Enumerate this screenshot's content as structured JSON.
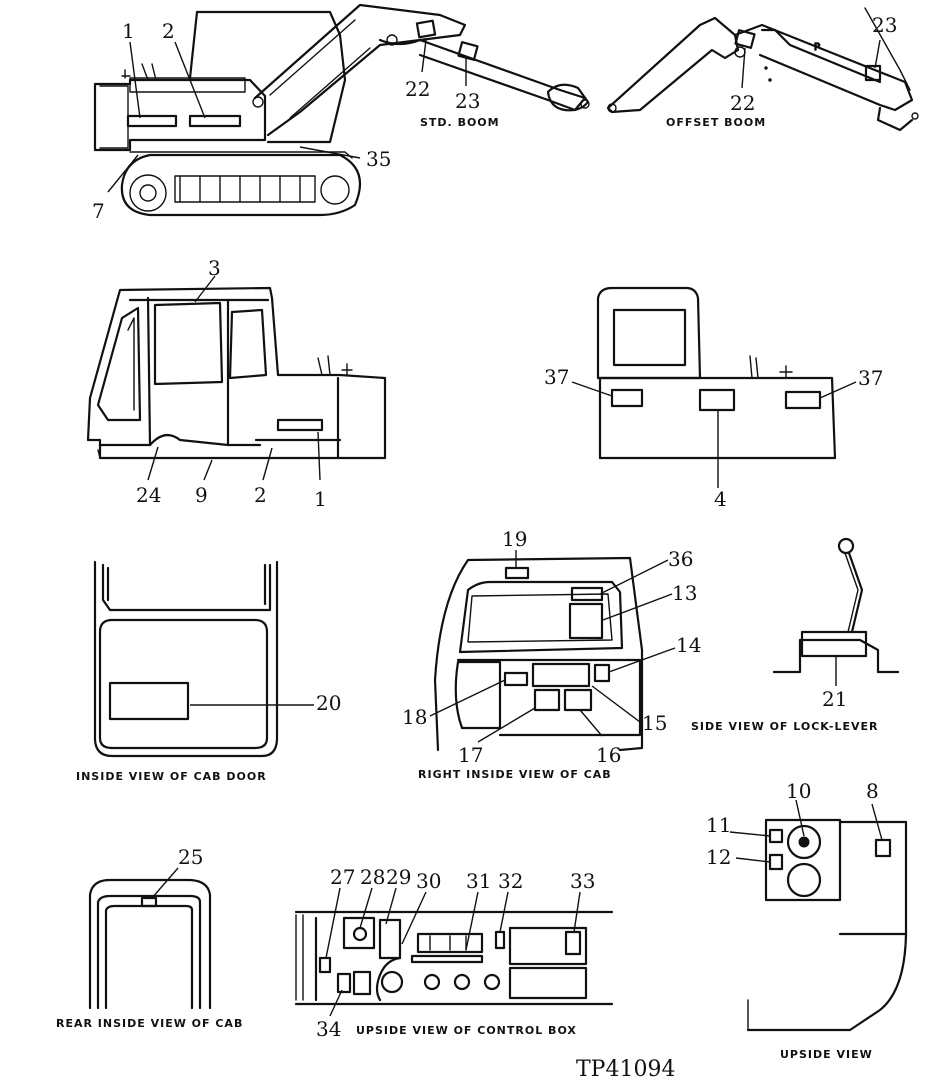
{
  "figure_id": "TP41094",
  "views": {
    "std_boom": "STD. BOOM",
    "offset_boom": "OFFSET BOOM",
    "cab_door": "INSIDE VIEW OF CAB DOOR",
    "right_inside_cab": "RIGHT INSIDE VIEW OF CAB",
    "lock_lever": "SIDE VIEW OF LOCK-LEVER",
    "rear_inside_cab": "REAR INSIDE VIEW OF CAB",
    "control_box": "UPSIDE VIEW OF CONTROL BOX",
    "upside": "UPSIDE VIEW"
  },
  "callouts": {
    "machine": [
      "1",
      "2",
      "22",
      "23",
      "7",
      "35"
    ],
    "offset": [
      "22",
      "23"
    ],
    "cab_side": [
      "3",
      "24",
      "9",
      "2",
      "1"
    ],
    "rear": [
      "37",
      "37",
      "4"
    ],
    "door": [
      "20"
    ],
    "right_cab": [
      "19",
      "36",
      "13",
      "14",
      "18",
      "15",
      "17",
      "16"
    ],
    "lock": [
      "21"
    ],
    "upside": [
      "10",
      "8",
      "11",
      "12"
    ],
    "rear_cab": [
      "25"
    ],
    "control": [
      "27",
      "28",
      "29",
      "30",
      "31",
      "32",
      "33",
      "34"
    ]
  }
}
